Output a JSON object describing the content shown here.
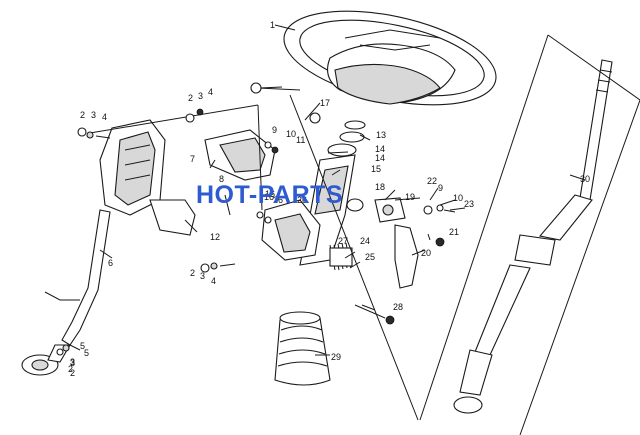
{
  "watermark": "HOT-PARTS",
  "colors": {
    "line": "#1a1a1a",
    "watermark": "#2f5bd0",
    "background": "#ffffff"
  },
  "callouts": [
    "1",
    "2",
    "3",
    "4",
    "2",
    "3",
    "4",
    "6",
    "5",
    "7",
    "8",
    "9",
    "10",
    "11",
    "12",
    "2",
    "3",
    "4",
    "13",
    "14",
    "14",
    "15",
    "16",
    "17",
    "18",
    "19",
    "20",
    "21",
    "22",
    "9",
    "10",
    "23",
    "24",
    "25",
    "26",
    "26",
    "27",
    "28",
    "29",
    "30",
    "2",
    "3",
    "16",
    "5",
    "3",
    "2"
  ]
}
